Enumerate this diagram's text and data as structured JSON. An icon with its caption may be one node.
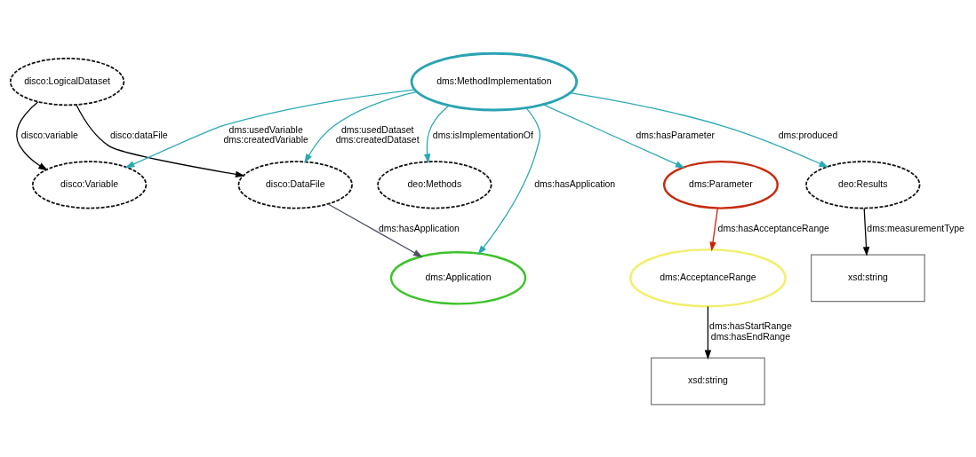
{
  "diagram": {
    "nodes": [
      {
        "text": [
          "disco:Variable"
        ]
      },
      {
        "text": [
          "deo:Methods"
        ]
      },
      {
        "text": [
          "dms:Parameter"
        ]
      },
      {
        "text": [
          "disco:LogicalDataset"
        ]
      },
      {
        "text": [
          "dms:MethodImplementation"
        ]
      },
      {
        "text": [
          "dms:AcceptanceRange"
        ]
      },
      {
        "text": [
          "disco:DataFile"
        ]
      },
      {
        "text": [
          "deo:Results"
        ]
      },
      {
        "text": [
          "xsd:string"
        ]
      },
      {
        "text": [
          "dms:Application"
        ]
      },
      {
        "text": [
          "xsd:string"
        ]
      }
    ],
    "edges": [
      {
        "from": 3,
        "to": 0,
        "arrow": "to",
        "label": "disco:variable",
        "color": "#000000"
      },
      {
        "from": 4,
        "to": 0,
        "arrow": "to",
        "label": "dms:usedVariable dms:createdVariable"
      },
      {
        "from": 4,
        "to": 1,
        "arrow": "to",
        "label": "dms:isImplementationOf"
      },
      {
        "from": 4,
        "to": 2,
        "arrow": "to",
        "label": "dms:hasParameter"
      },
      {
        "from": 3,
        "to": 6,
        "arrow": "to",
        "label": "disco:dataFile",
        "color": "#000000"
      },
      {
        "from": 2,
        "to": 5,
        "arrow": "to",
        "label": "dms:hasAcceptanceRange",
        "color": "#cc2200"
      },
      {
        "from": 4,
        "to": 6,
        "arrow": "to",
        "label": "dms:usedDataset dms:createdDataset"
      },
      {
        "from": 4,
        "to": 9,
        "arrow": "to",
        "label": "dms:hasApplication"
      },
      {
        "from": 4,
        "to": 7,
        "arrow": "to",
        "label": "dms:produced"
      },
      {
        "from": 5,
        "to": 8,
        "arrow": "to",
        "label": "dms:hasStartRange dms:hasEndRange",
        "color": "#000000"
      },
      {
        "from": 6,
        "to": 9,
        "arrow": "to",
        "label": "dms:hasApplication",
        "color": "#4a5060"
      },
      {
        "from": 7,
        "to": 10,
        "arrow": "to",
        "label": "dms:measurementType",
        "color": "#000000"
      }
    ]
  }
}
